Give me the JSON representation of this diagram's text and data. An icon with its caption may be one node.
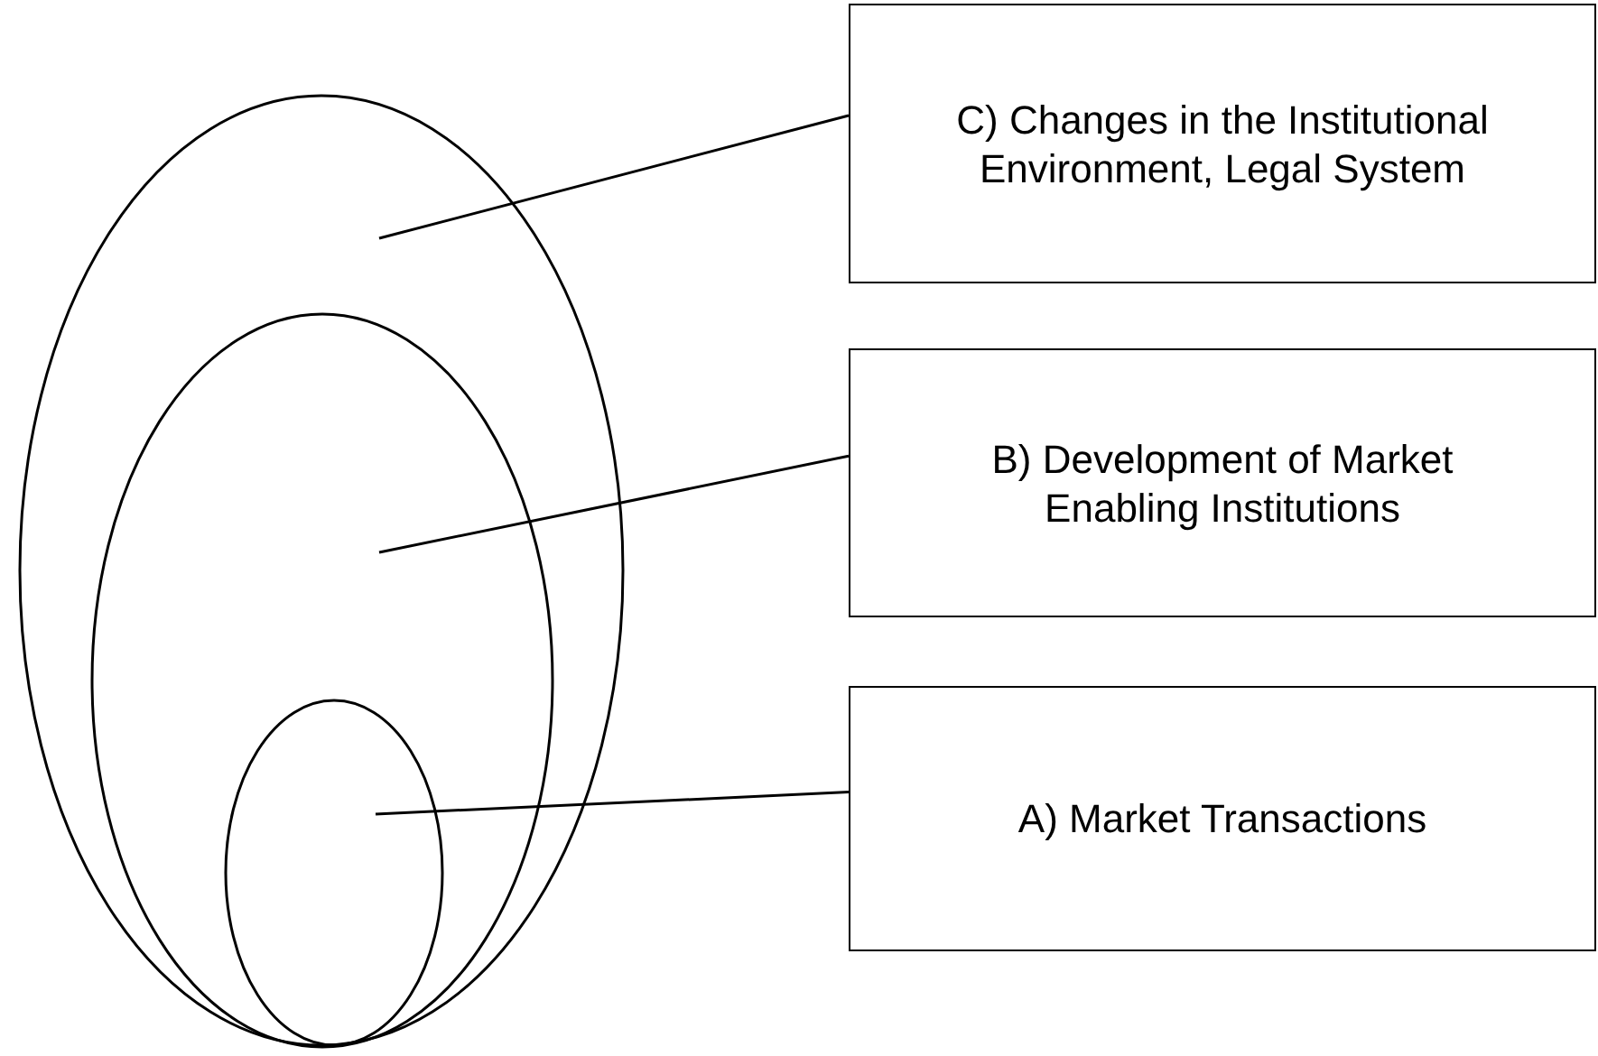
{
  "diagram": {
    "nodes": [
      {
        "text": [],
        "shape": "ellipse"
      },
      {
        "text": [],
        "shape": "ellipse",
        "in": 0
      },
      {
        "text": [],
        "shape": "ellipse",
        "in": 1
      },
      {
        "text": [
          "C) Changes in the Institutional Environment, Legal System"
        ]
      },
      {
        "text": [
          "B) Development of Market Enabling Institutions"
        ]
      },
      {
        "text": [
          "A) Market Transactions"
        ]
      }
    ],
    "edges": [
      {
        "from": 3,
        "to": 0,
        "arrow": "none"
      },
      {
        "from": 4,
        "to": 1,
        "arrow": "none"
      },
      {
        "from": 5,
        "to": 2,
        "arrow": "none"
      }
    ]
  }
}
